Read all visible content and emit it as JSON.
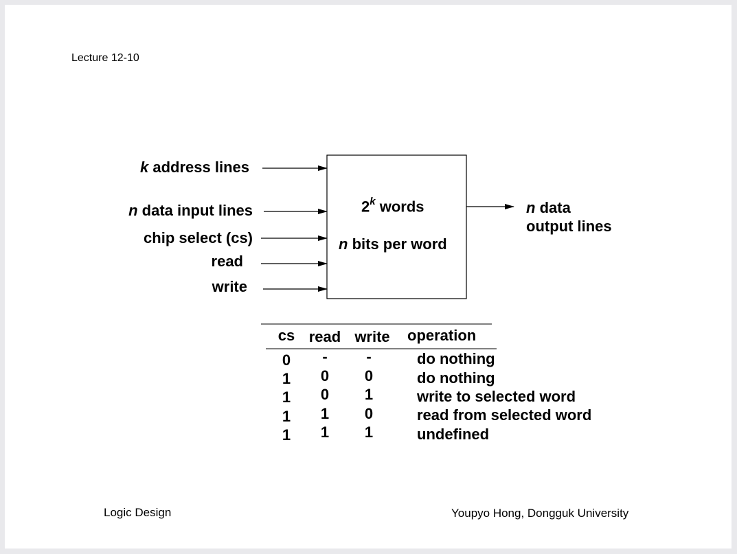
{
  "header": {
    "lecture": "Lecture 12-10"
  },
  "footer": {
    "course": "Logic Design",
    "author": "Youpyo Hong, Dongguk University"
  },
  "inputs": {
    "address": {
      "var": "k",
      "text": " address lines"
    },
    "data_in": {
      "var": "n",
      "text": " data input lines"
    },
    "chip_select": "chip select (cs)",
    "read": "read",
    "write": "write"
  },
  "memory_box": {
    "words_base": "2",
    "words_exp": "k",
    "words_text": " words",
    "bits_var": "n",
    "bits_text": " bits per word"
  },
  "output": {
    "var": "n",
    "line1": " data",
    "line2": "output lines"
  },
  "truth_table": {
    "headers": [
      "cs",
      "read",
      "write",
      "operation"
    ],
    "rows": [
      [
        "0",
        "-",
        "-",
        "do nothing"
      ],
      [
        "1",
        "0",
        "0",
        "do nothing"
      ],
      [
        "1",
        "0",
        "1",
        "write to selected word"
      ],
      [
        "1",
        "1",
        "0",
        "read from selected word"
      ],
      [
        "1",
        "1",
        "1",
        "undefined"
      ]
    ]
  }
}
